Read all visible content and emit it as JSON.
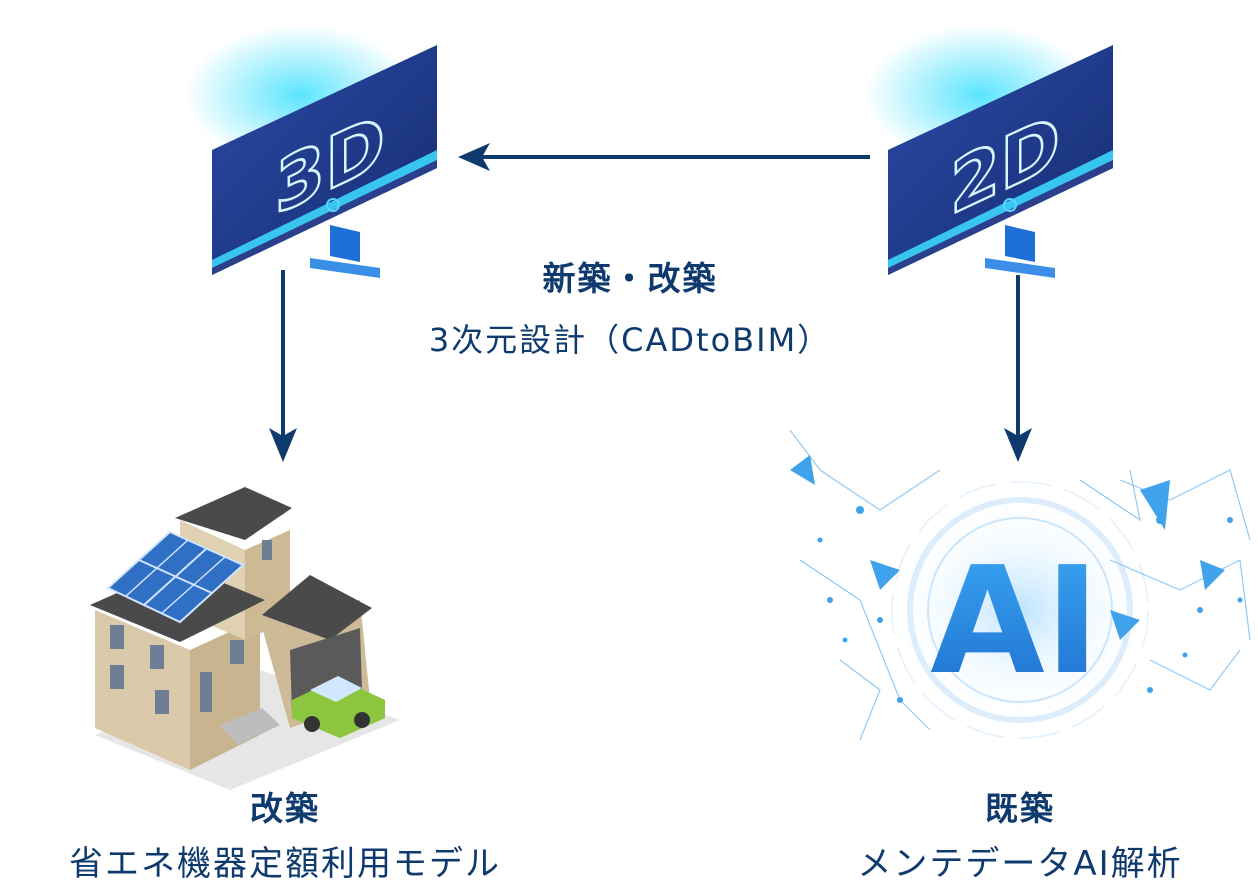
{
  "monitors": {
    "left_text": "3D",
    "right_text": "2D"
  },
  "center": {
    "title": "新築・改築",
    "subtitle": "3次元設計（CADtoBIM）"
  },
  "left_bottom": {
    "title": "改築",
    "subtitle": "省エネ機器定額利用モデル"
  },
  "right_bottom": {
    "title": "既築",
    "subtitle": "メンテデータAI解析",
    "graphic_text": "AI"
  },
  "colors": {
    "navy": "#0f3a6e",
    "monitor_blue": "#1d3c8f",
    "accent_cyan": "#34c3f0",
    "ai_blue": "#2f8fe0",
    "car_green": "#8cc63e"
  }
}
